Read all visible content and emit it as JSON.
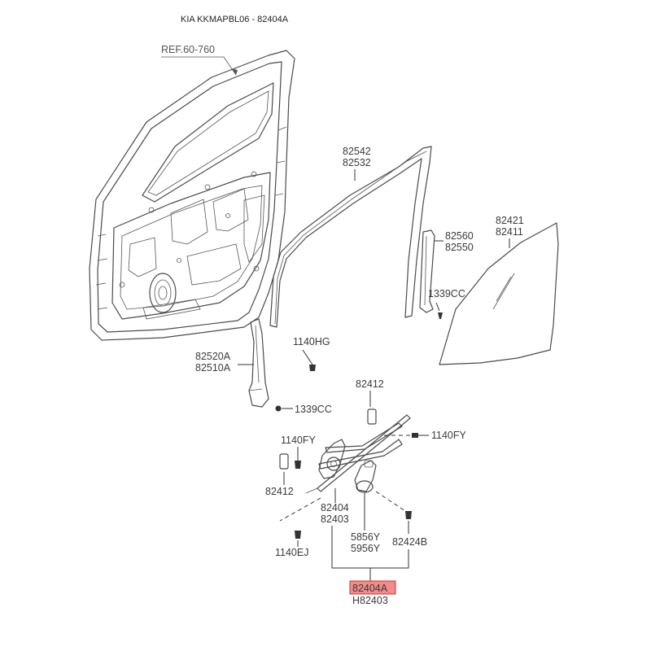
{
  "title": "KIA KKMAPBL06 - 82404A",
  "highlight_color": "#f28b8b",
  "labels": {
    "ref": "REF.60-760",
    "p82542": "82542",
    "p82532": "82532",
    "p82421": "82421",
    "p82411": "82411",
    "p82560": "82560",
    "p82550": "82550",
    "p1339cc_top": "1339CC",
    "p1140hg": "1140HG",
    "p82520a": "82520A",
    "p82510a": "82510A",
    "p1339cc_mid": "1339CC",
    "p82412_top": "82412",
    "p1140fy_right": "1140FY",
    "p1140fy_left": "1140FY",
    "p82412_left": "82412",
    "p82404": "82404",
    "p82403": "82403",
    "p5856y": "5856Y",
    "p5956y": "5956Y",
    "p82424b": "82424B",
    "p1140ej": "1140EJ",
    "p82404a": "82404A",
    "ph82403": "H82403"
  }
}
